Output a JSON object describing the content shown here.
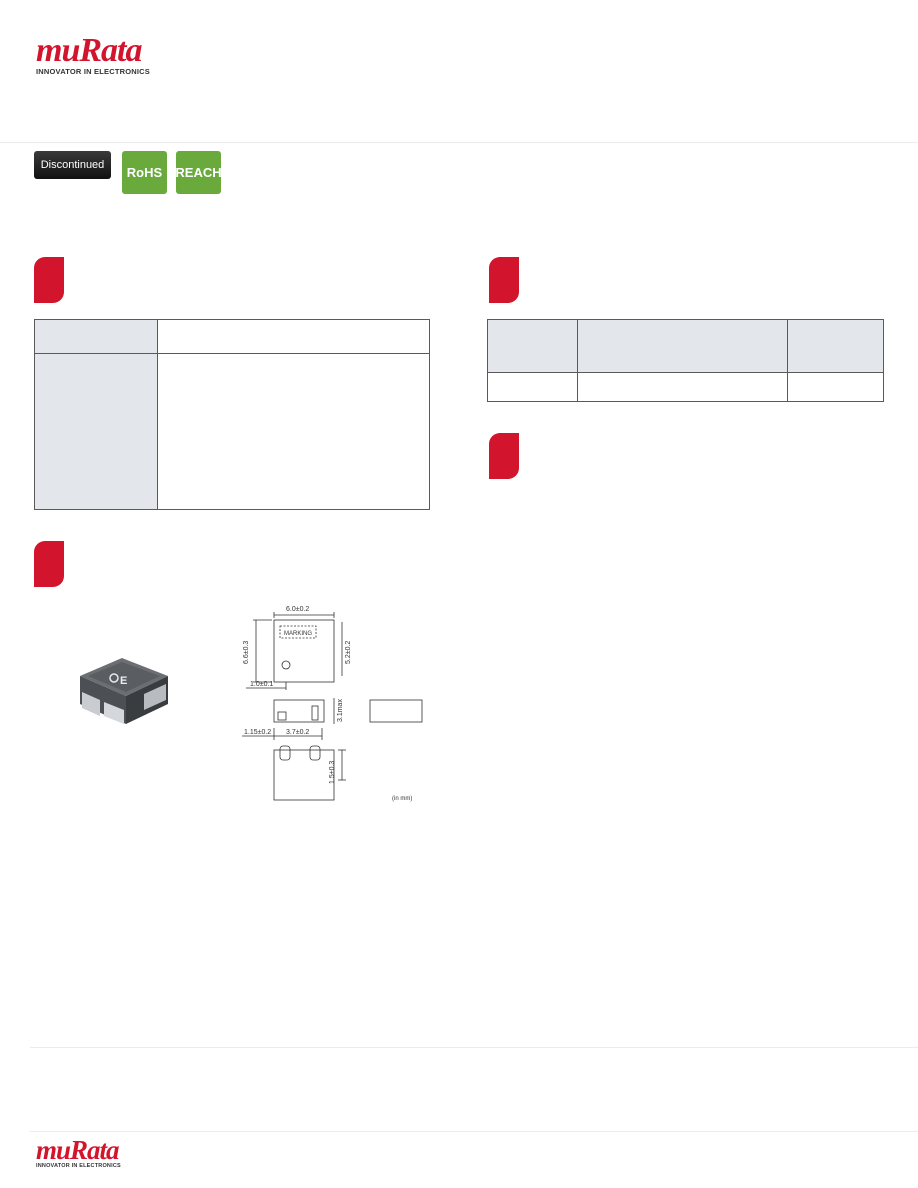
{
  "header": {
    "logo_word": "muRata",
    "logo_tagline": "INNOVATOR IN ELECTRONICS"
  },
  "badges": {
    "status": "Discontinued",
    "rohs": "RoHS",
    "reach": "REACH"
  },
  "drawing": {
    "width_dim": "6.0±0.2",
    "height_dim": "6.6±0.3",
    "body_dim": "5.2±0.2",
    "terminal_dim": "1.0±0.1",
    "side_dim": "3.1max",
    "left_offset": "1.15±0.2",
    "pad_gap": "3.7±0.2",
    "pad_height": "1.5±0.3",
    "marking": "MARKING",
    "unit": "(in mm)"
  },
  "photo": {
    "marking": "E"
  },
  "footer": {
    "logo_word": "muRata",
    "logo_tagline": "INNOVATOR IN ELECTRONICS"
  },
  "colors": {
    "brand_red": "#d2142c",
    "badge_green": "#6aaa3d",
    "table_header_bg": "#e3e7eb"
  }
}
